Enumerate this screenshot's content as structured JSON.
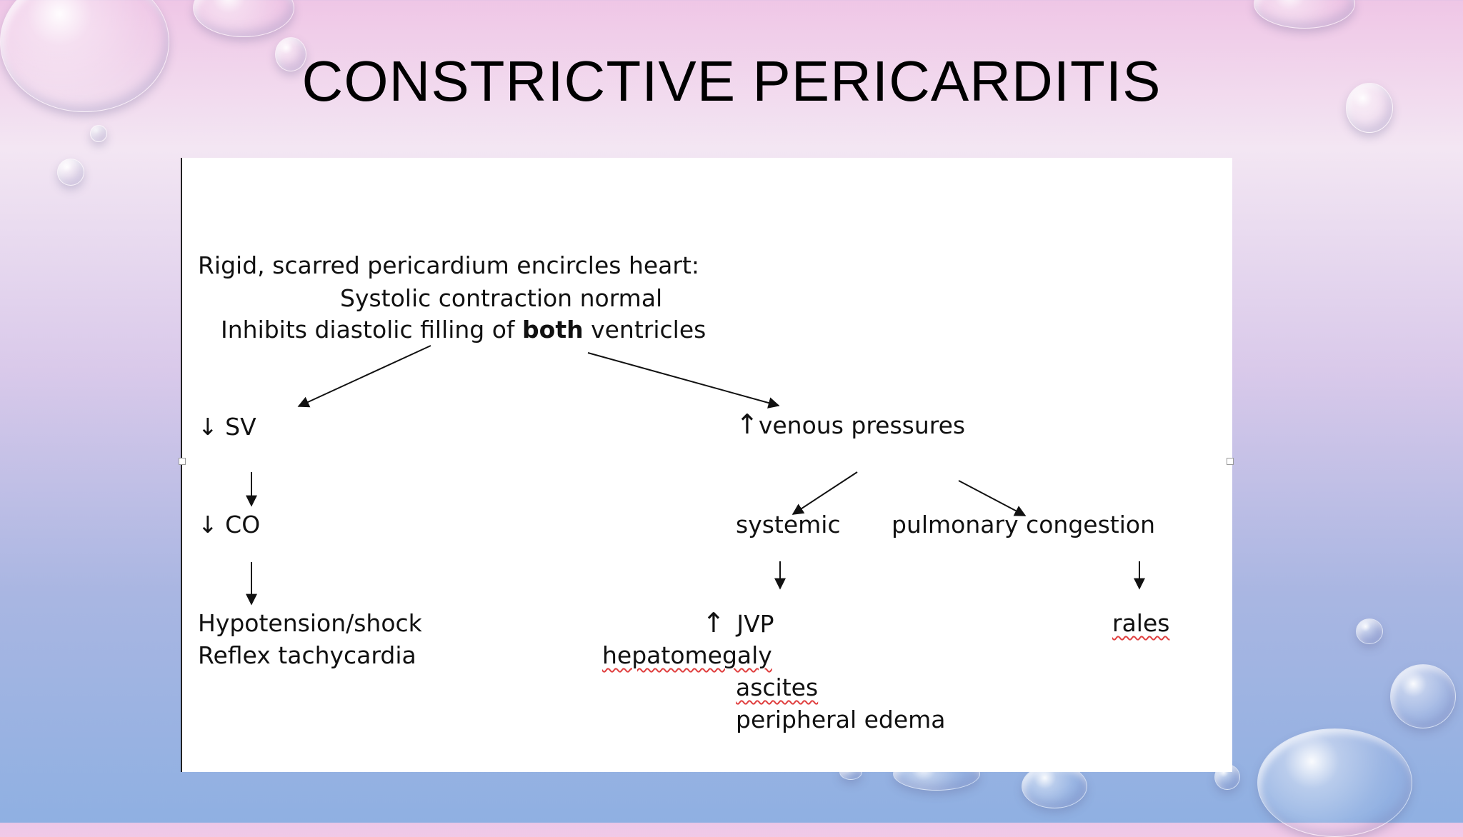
{
  "slide": {
    "title": "CONSTRICTIVE PERICARDITIS"
  },
  "diagram": {
    "header": {
      "line1": "Rigid, scarred pericardium encircles heart:",
      "line2": "Systolic contraction normal",
      "line3_pre": "Inhibits diastolic filling of ",
      "line3_bold": "both",
      "line3_post": " ventricles"
    },
    "left_branch": {
      "sv_arrow": "↓",
      "sv_label": "SV",
      "co_arrow": "↓",
      "co_label": "CO",
      "outcome1": "Hypotension/shock",
      "outcome2": "Reflex tachycardia"
    },
    "right_branch": {
      "venous_arrow": "↑",
      "venous_label": "venous pressures",
      "systemic_label": "systemic",
      "pulmonary_label": "pulmonary congestion",
      "jvp_arrow": "↑",
      "jvp_label": "JVP",
      "hepato": "hepatomegaly",
      "ascites": "ascites",
      "edema": "peripheral edema",
      "rales": "rales"
    }
  }
}
